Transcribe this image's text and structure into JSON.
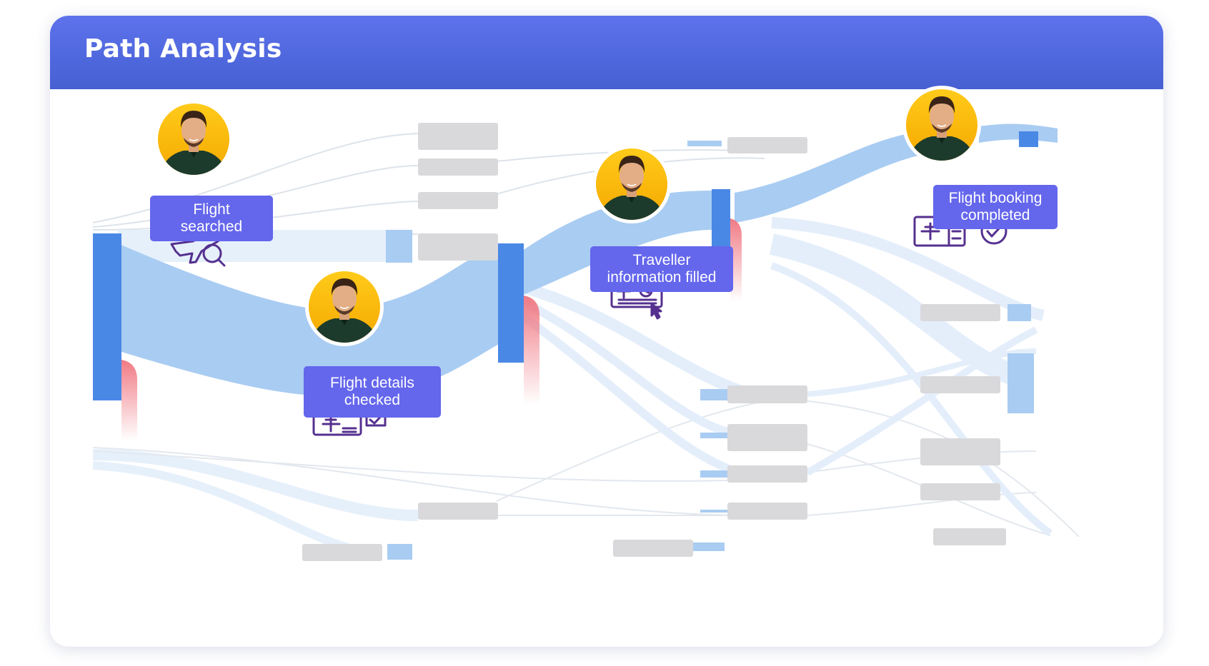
{
  "header": {
    "title": "Path Analysis"
  },
  "colors": {
    "header": "#5368e0",
    "flow": "#a9ccf2",
    "flow_faint": "#e6f0fb",
    "node_dark": "#4a88e6",
    "node_light": "#a9ccf2",
    "dropoff": "#f28a92",
    "label_bg": "#6466ec",
    "icon": "#55308f",
    "placeholder": "#d9d9dc"
  },
  "steps": [
    {
      "label": "Flight\nsearched",
      "icon": "plane-search-icon"
    },
    {
      "label": "Flight details\nchecked",
      "icon": "boarding-pass-icon"
    },
    {
      "label": "Traveller\ninformation filled",
      "icon": "form-click-icon"
    },
    {
      "label": "Flight booking\ncompleted",
      "icon": "ticket-check-icon"
    }
  ]
}
